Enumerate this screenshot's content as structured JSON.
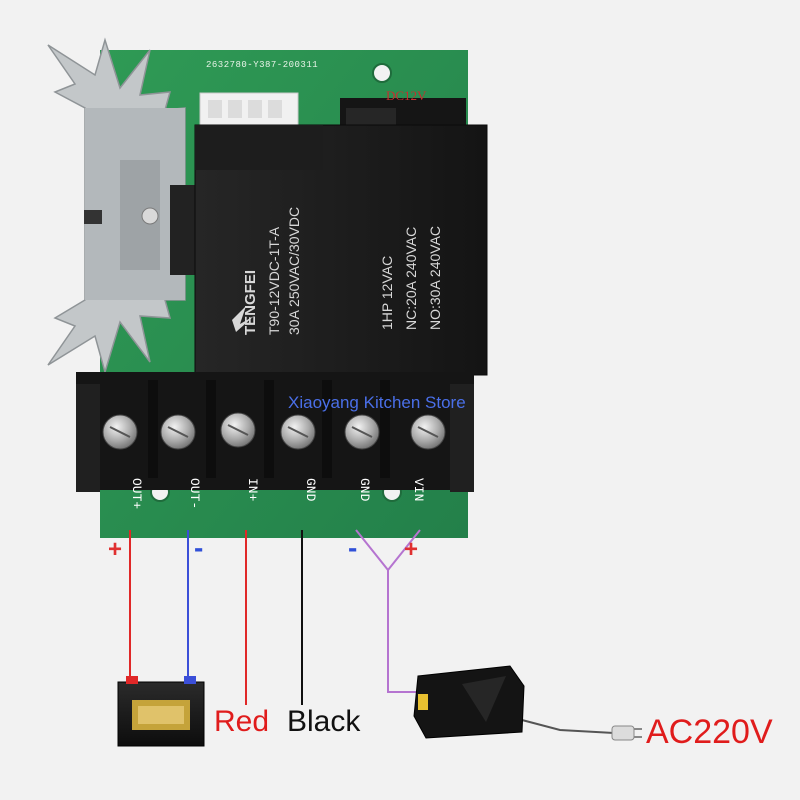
{
  "board": {
    "serial": "2632780-Y387-200311",
    "power_jack_label": "DC12V"
  },
  "relay": {
    "brand": "TENGFEI",
    "model": "T90-12VDC-1T-A",
    "rating_dc": "30A 250VAC/30VDC",
    "coil": "1HP 12VAC",
    "nc": "NC:20A 240VAC",
    "no": "NO:30A 240VAC"
  },
  "watermark": "Xiaoyang Kitchen Store",
  "terminals": [
    "OUT+",
    "OUT-",
    "IN+",
    "GND",
    "GND",
    "VIN"
  ],
  "polarity": {
    "out_plus": "+",
    "out_minus": "-",
    "vin_minus": "-",
    "vin_plus": "+"
  },
  "wire_labels": {
    "red": "Red",
    "black": "Black"
  },
  "adapter_label": "AC220V",
  "colors": {
    "pcb": "#2a8f4e",
    "heatsink": "#c0c4c6",
    "relay": "#1b1b1b",
    "terminal_block": "#141414",
    "wire_red": "#e02828",
    "wire_blue": "#3b4fd8",
    "wire_black": "#111111",
    "wire_purple": "#b574d0",
    "label_red": "#e01c1c"
  }
}
